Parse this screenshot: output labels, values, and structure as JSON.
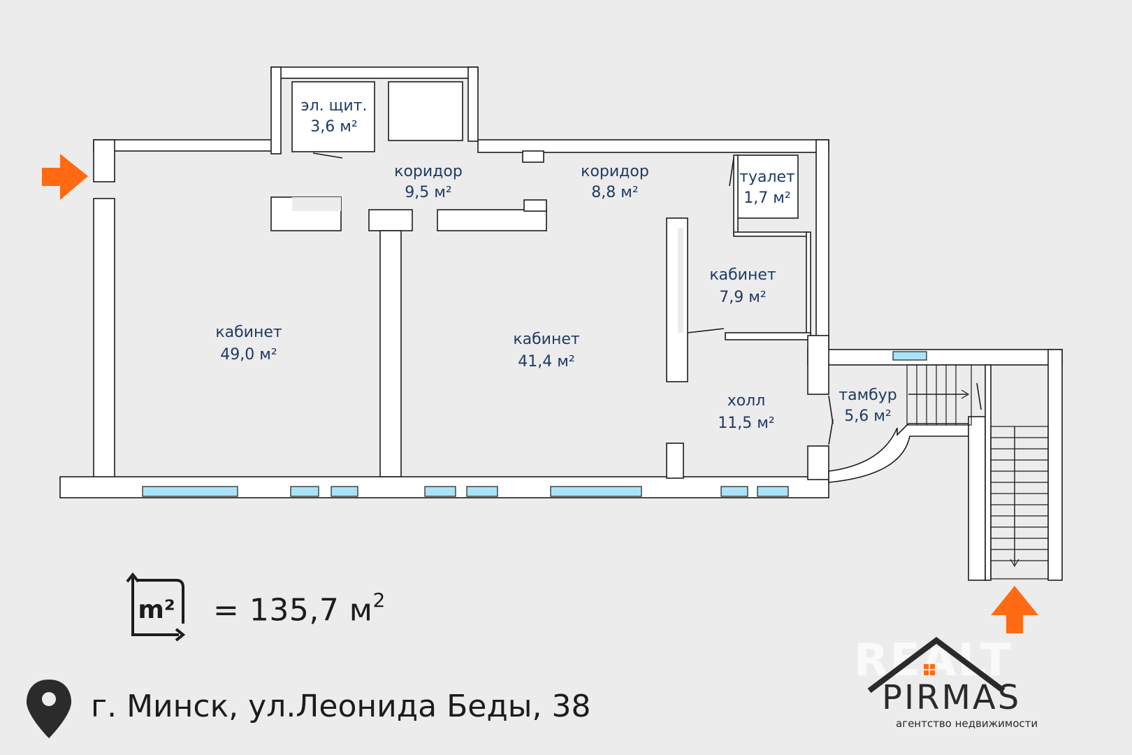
{
  "rooms": [
    {
      "name": "эл. щит.",
      "area": "3,6 м²"
    },
    {
      "name": "коридор",
      "area": "9,5 м²"
    },
    {
      "name": "коридор",
      "area": "8,8 м²"
    },
    {
      "name": "туалет",
      "area": "1,7 м²"
    },
    {
      "name": "кабинет",
      "area": "49,0 м²"
    },
    {
      "name": "кабинет",
      "area": "41,4 м²"
    },
    {
      "name": "кабинет",
      "area": "7,9 м²"
    },
    {
      "name": "холл",
      "area": "11,5 м²"
    },
    {
      "name": "тамбур",
      "area": "5,6 м²"
    }
  ],
  "summary": {
    "icon_label": "m²",
    "total_value": "= 135,7  м",
    "total_unit_sup": "2"
  },
  "address": {
    "text": "г. Минск, ул.Леонида Беды, 38"
  },
  "branding": {
    "watermark": "REALT",
    "agency_name": "PIRMAS",
    "agency_tagline": "агентство недвижимости"
  },
  "colors": {
    "wall": "#ffffff",
    "wall_stroke": "#1c1c1c",
    "window": "#a9e3f7",
    "entrance_arrow": "#ff6a13",
    "label_text": "#1f3a63"
  },
  "icons": {
    "entrance_left": "arrow-right-icon",
    "entrance_bottom": "arrow-up-icon",
    "area": "area-m2-icon",
    "location": "map-pin-icon"
  }
}
